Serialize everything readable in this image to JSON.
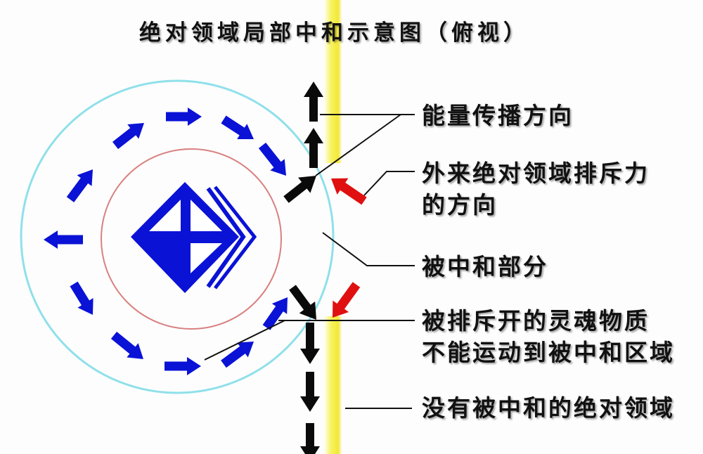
{
  "title": "绝对领域局部中和示意图（俯视）",
  "labels": {
    "energy_direction": "能量传播方向",
    "repulsion_line1": "外来绝对领域排斥力",
    "repulsion_line2": "的方向",
    "neutralized_part": "被中和部分",
    "repelled_line1": "被排斥开的灵魂物质",
    "repelled_line2": "不能运动到被中和区域",
    "not_neutralized": "没有被中和的绝对领域"
  },
  "colors": {
    "flow_arrows": "#0a12d6",
    "repulsion_arrows": "#e01010",
    "energy_arrows": "#0a0a0a",
    "outer_circle": "#8fe0ea",
    "inner_circle": "#d98080",
    "boundary_band": "#f5f060"
  }
}
